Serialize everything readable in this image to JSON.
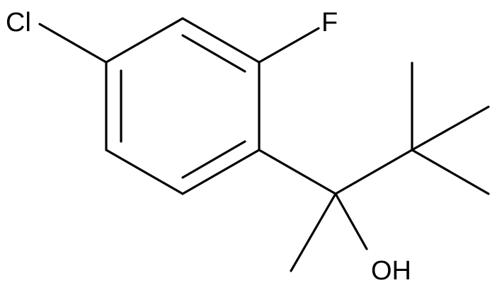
{
  "molecule": {
    "atom_labels": {
      "chlorine": "Cl",
      "fluorine": "F",
      "hydroxyl": "OH"
    },
    "bond_color": "#000000",
    "label_color": "#000000"
  }
}
